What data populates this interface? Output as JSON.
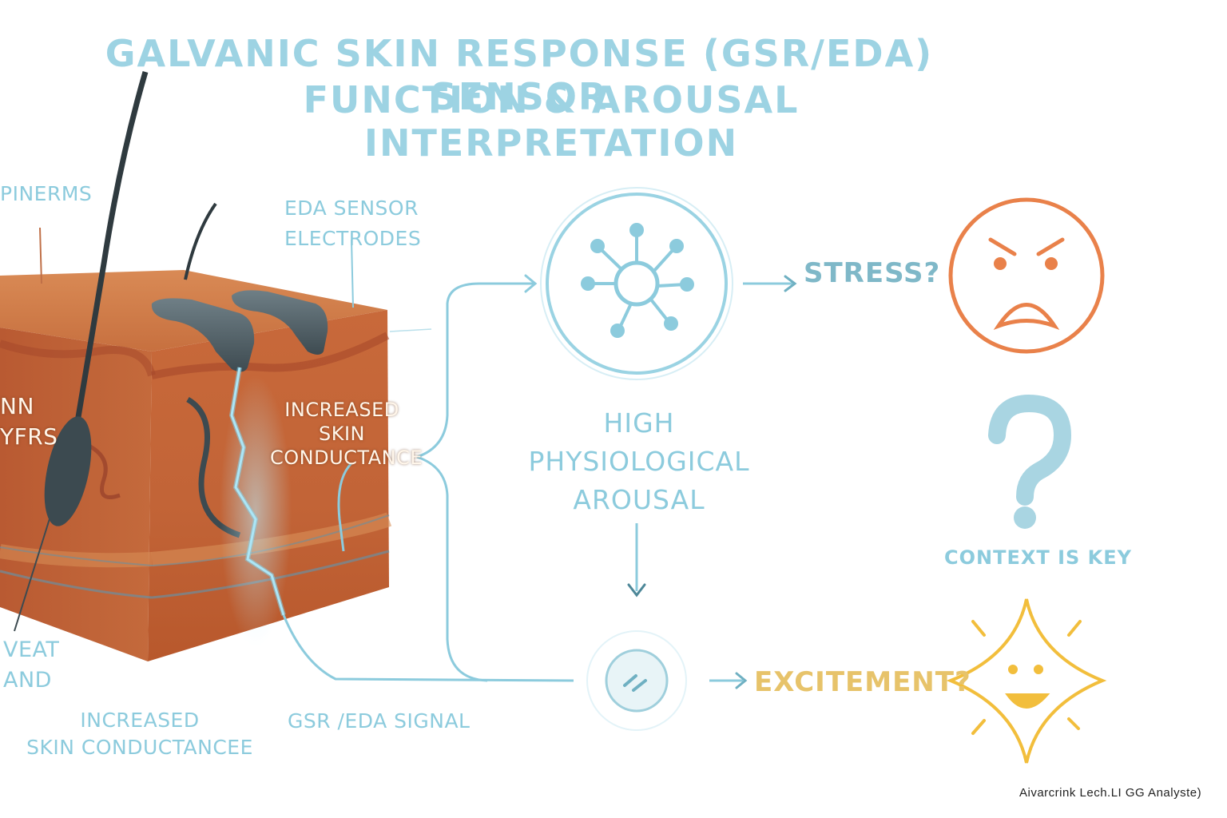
{
  "title": {
    "line1": "GALVANIC SKIN RESPONSE (GSR/EDA) SENSOR",
    "line2": "FUNCTION & AROUSAL INTERPRETATION"
  },
  "skin_labels": {
    "epidermis": "PINERMS",
    "layers_line1": "NN",
    "layers_line2": "YFRS",
    "sweat_line1": "VEAT",
    "sweat_line2": "AND",
    "electrodes_line1": "EDA SENSOR",
    "electrodes_line2": "ELECTRODES",
    "conductance_inner_line1": "INCREASED",
    "conductance_inner_line2": "SKIN",
    "conductance_inner_line3": "CONDUCTANCE",
    "conductance_bottom_line1": "INCREASED",
    "conductance_bottom_line2": "SKIN CONDUCTANCEE",
    "signal": "GSR /EDA SIGNAL"
  },
  "flow": {
    "arousal_line1": "HIGH",
    "arousal_line2": "PHYSIOLOGICAL",
    "arousal_line3": "AROUSAL",
    "stress": "STRESS?",
    "excitement": "EXCITEMENT?",
    "context": "CONTEXT IS KEY"
  },
  "icons": {
    "arousal": "network-node-icon",
    "sensor": "sensor-disc-icon",
    "stress_face": "angry-face-icon",
    "question": "question-mark-icon",
    "excitement_face": "happy-star-icon"
  },
  "colors": {
    "accent_blue": "#8ccbdd",
    "stress_orange": "#e9814a",
    "excite_yellow": "#f2be3c",
    "skin": "#c8693a"
  },
  "footer": "Aivarcrink Lech.LI GG Analyste)"
}
